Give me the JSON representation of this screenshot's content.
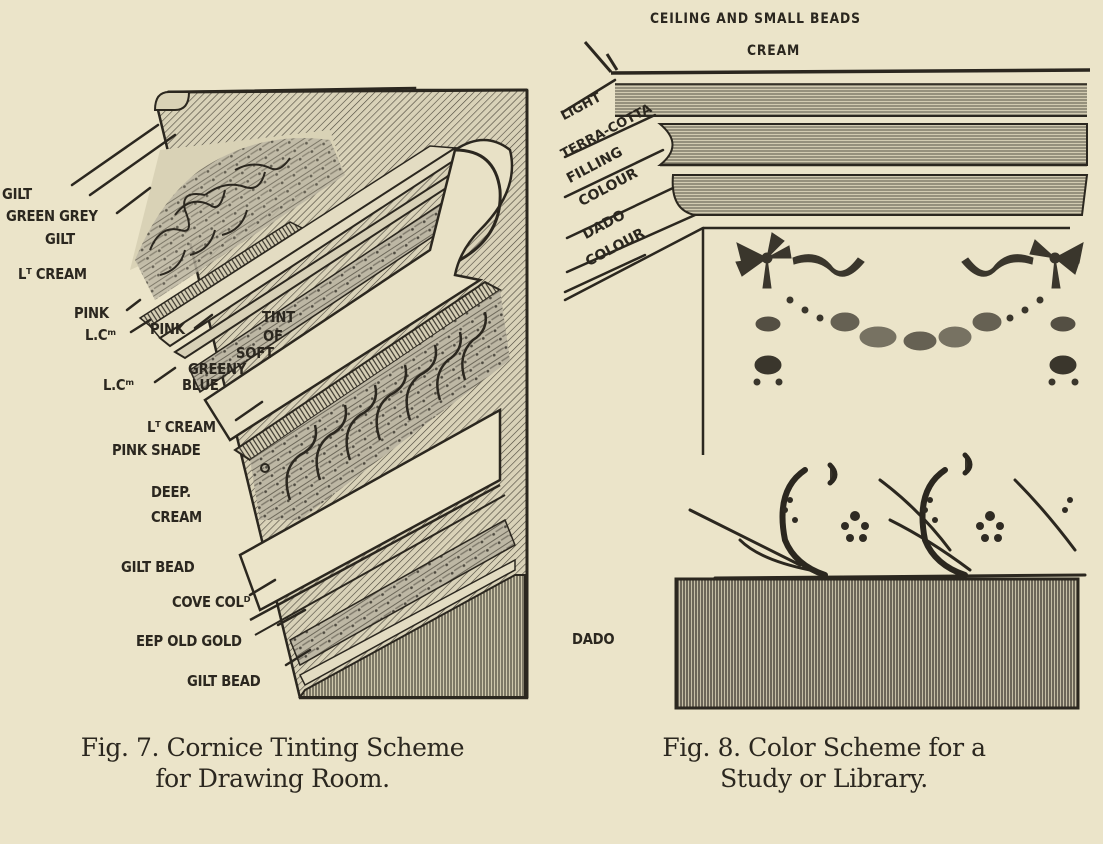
{
  "figure7": {
    "caption_line1": "Fig. 7.  Cornice Tinting Scheme",
    "caption_line2": "for Drawing Room.",
    "labels": {
      "gilt_top": "GILT",
      "green_grey": "GREEN GREY",
      "gilt_2": "GILT",
      "lt_cream_1": "Lᵀ CREAM",
      "pink_1": "PINK",
      "lc_1": "L.Cᵐ",
      "pink_2": "PINK",
      "tint_1": "TINT",
      "tint_2": "OF",
      "tint_3": "SOFT",
      "tint_4": "GREENY",
      "tint_5": "BLUE",
      "lc_2": "L.Cᵐ",
      "lt_cream_2": "Lᵀ CREAM",
      "pink_shade": "PINK SHADE",
      "deep_cream_1": "DEEP.",
      "deep_cream_2": "CREAM",
      "gilt_bead_1": "GILT BEAD",
      "cove_col": "COVE COLᴰ",
      "deep_old_gold": "EEP OLD GOLD",
      "gilt_bead_2": "GILT BEAD"
    }
  },
  "figure8": {
    "caption_line1": "Fig.  8.  Color  Scheme  for  a",
    "caption_line2": "Study or Library.",
    "labels": {
      "ceiling_1": "CEILING  AND  SMALL  BEADS",
      "ceiling_2": "CREAM",
      "light_terra_1": "LIGHT",
      "light_terra_2": "TERRA-COTTA",
      "filling_1": "FILLING",
      "filling_2": "COLOUR",
      "dado_1": "DADO",
      "dado_2": "COLOUR",
      "dado": "DADO"
    }
  },
  "colors": {
    "paper": "#ebe4c9",
    "ink": "#2b271f",
    "shade": "#8f8a7c"
  }
}
